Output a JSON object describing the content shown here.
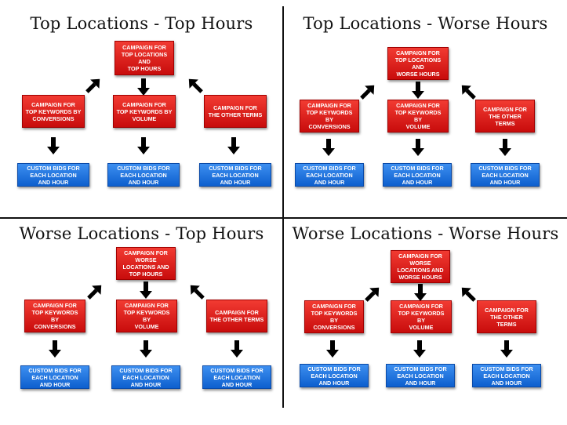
{
  "quadrants": [
    {
      "title": "Top Locations - Top Hours",
      "top_box": "CAMPAIGN FOR\nTOP LOCATIONS AND\nTOP HOURS",
      "mid_boxes": [
        "CAMPAIGN FOR\nTOP KEYWORDS BY\nCONVERSIONS",
        "CAMPAIGN FOR\nTOP KEYWORDS BY\nVOLUME",
        "CAMPAIGN FOR\nTHE OTHER TERMS"
      ],
      "bottom_boxes": [
        "CUSTOM BIDS FOR\nEACH LOCATION\nAND HOUR",
        "CUSTOM BIDS FOR\nEACH LOCATION\nAND HOUR",
        "CUSTOM BIDS FOR\nEACH LOCATION\nAND HOUR"
      ]
    },
    {
      "title": "Top Locations - Worse Hours",
      "top_box": "CAMPAIGN FOR\nTOP LOCATIONS AND\nWORSE HOURS",
      "mid_boxes": [
        "CAMPAIGN FOR\nTOP KEYWORDS BY\nCONVERSIONS",
        "CAMPAIGN FOR\nTOP KEYWORDS BY\nVOLUME",
        "CAMPAIGN FOR\nTHE OTHER TERMS"
      ],
      "bottom_boxes": [
        "CUSTOM BIDS FOR\nEACH LOCATION\nAND HOUR",
        "CUSTOM BIDS FOR\nEACH LOCATION\nAND HOUR",
        "CUSTOM BIDS FOR\nEACH LOCATION\nAND HOUR"
      ]
    },
    {
      "title": "Worse Locations - Top Hours",
      "top_box": "CAMPAIGN FOR\nWORSE\nLOCATIONS AND\nTOP HOURS",
      "mid_boxes": [
        "CAMPAIGN FOR\nTOP KEYWORDS BY\nCONVERSIONS",
        "CAMPAIGN FOR\nTOP KEYWORDS BY\nVOLUME",
        "CAMPAIGN FOR\nTHE OTHER TERMS"
      ],
      "bottom_boxes": [
        "CUSTOM BIDS FOR\nEACH LOCATION\nAND HOUR",
        "CUSTOM BIDS FOR\nEACH LOCATION\nAND HOUR",
        "CUSTOM BIDS FOR\nEACH LOCATION\nAND HOUR"
      ]
    },
    {
      "title": "Worse Locations - Worse Hours",
      "top_box": "CAMPAIGN FOR\nWORSE\nLOCATIONS AND\nWORSE HOURS",
      "mid_boxes": [
        "CAMPAIGN FOR\nTOP KEYWORDS BY\nCONVERSIONS",
        "CAMPAIGN FOR\nTOP KEYWORDS BY\nVOLUME",
        "CAMPAIGN FOR\nTHE OTHER TERMS"
      ],
      "bottom_boxes": [
        "CUSTOM BIDS FOR\nEACH LOCATION\nAND HOUR",
        "CUSTOM BIDS FOR\nEACH LOCATION\nAND HOUR",
        "CUSTOM BIDS FOR\nEACH LOCATION\nAND HOUR"
      ]
    }
  ],
  "colors": {
    "campaign_box": "#dd1f1a",
    "bids_box": "#1e74e2",
    "arrow": "#000000",
    "divider": "#000000"
  }
}
